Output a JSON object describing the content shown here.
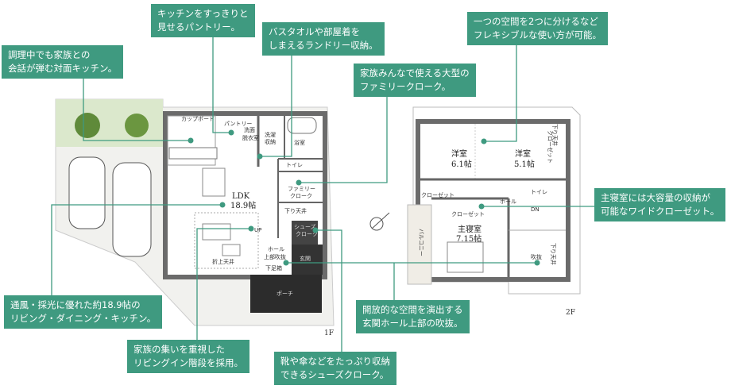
{
  "callouts": [
    {
      "l1": "調理中でも家族との",
      "l2": "会話が弾む対面キッチン。"
    },
    {
      "l1": "キッチンをすっきりと",
      "l2": "見せるパントリー。"
    },
    {
      "l1": "バスタオルや部屋着を",
      "l2": "しまえるランドリー収納。"
    },
    {
      "l1": "家族みんなで使える大型の",
      "l2": "ファミリークローク。"
    },
    {
      "l1": "一つの空間を2つに分けるなど",
      "l2": "フレキシブルな使い方が可能。"
    },
    {
      "l1": "主寝室には大容量の収納が",
      "l2": "可能なワイドクローゼット。"
    },
    {
      "l1": "通風・採光に優れた約18.9帖の",
      "l2": "リビング・ダイニング・キッチン。"
    },
    {
      "l1": "家族の集いを重視した",
      "l2": "リビングイン階段を採用。"
    },
    {
      "l1": "靴や傘などをたっぷり収納",
      "l2": "できるシューズクローク。"
    },
    {
      "l1": "開放的な空間を演出する",
      "l2": "玄関ホール上部の吹抜。"
    }
  ],
  "floor1": {
    "label": "1F",
    "rooms": {
      "cupboard": "カップボード",
      "pantry": "パントリー",
      "washroom1": "洗面",
      "washroom2": "脱衣室",
      "laundry1": "洗濯",
      "laundry2": "収納",
      "bath": "浴室",
      "toilet": "トイレ",
      "ldk": "LDK",
      "ldk_size": "18.9帖",
      "family1": "ファミリー",
      "family2": "クローク",
      "lowered": "下り天井",
      "shoes1": "シューズ",
      "shoes2": "クローク",
      "up": "UP",
      "hall": "ホール",
      "fukinuke": "上部吹抜",
      "entrance": "玄関",
      "geta": "下足箱",
      "ceiling": "折上天井",
      "porch": "ポーチ"
    }
  },
  "floor2": {
    "label": "2F",
    "rooms": {
      "room1": "洋室",
      "room1_size": "6.1帖",
      "room2": "洋室",
      "room2_size": "5.1帖",
      "closet1": "クローゼット",
      "closet2": "クローゼット",
      "closet3": "クローゼット",
      "toilet": "トイレ",
      "hall": "ホール",
      "dn": "DN",
      "balcony": "バルコニー",
      "master": "主寝室",
      "master_size": "7.15帖",
      "fukinuke": "吹抜",
      "lowered1": "下り天井",
      "lowered2": "下り天井"
    }
  },
  "accent_color": "#3f9a80"
}
